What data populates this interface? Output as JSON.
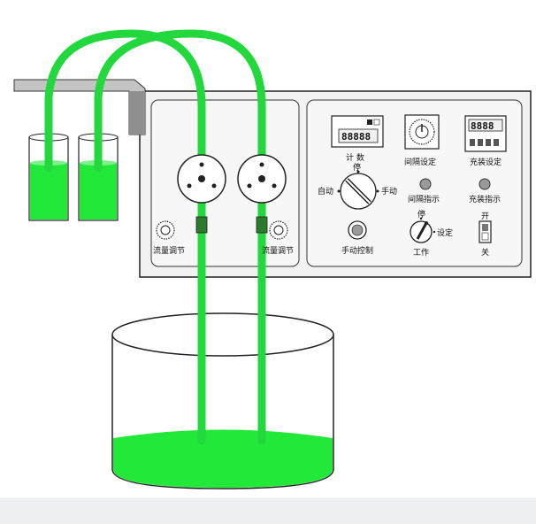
{
  "colors": {
    "liquid": "#22e83a",
    "tube": "#22d83c",
    "tube_edge": "#108a20",
    "panel": "#f4f4f4",
    "outline": "#222222",
    "arm": "#b9b9b9"
  },
  "display_counter": {
    "label": "计 数",
    "digits": "88888"
  },
  "display_charge": {
    "label": "充装设定",
    "digits": "8888"
  },
  "interval_knob": {
    "label": "间隔设定"
  },
  "flow_left": {
    "label": "流量调节"
  },
  "flow_right": {
    "label": "流量调节"
  },
  "mode_switch": {
    "left": "自动",
    "top": "停",
    "right": "手动"
  },
  "interval_indicator": {
    "label": "间隔指示"
  },
  "charge_indicator": {
    "label": "充装指示"
  },
  "manual_control": {
    "label": "手动控制"
  },
  "work_switch": {
    "top": "停",
    "right": "设定",
    "bottom": "工作"
  },
  "power_switch": {
    "top": "开",
    "bottom": "关"
  }
}
